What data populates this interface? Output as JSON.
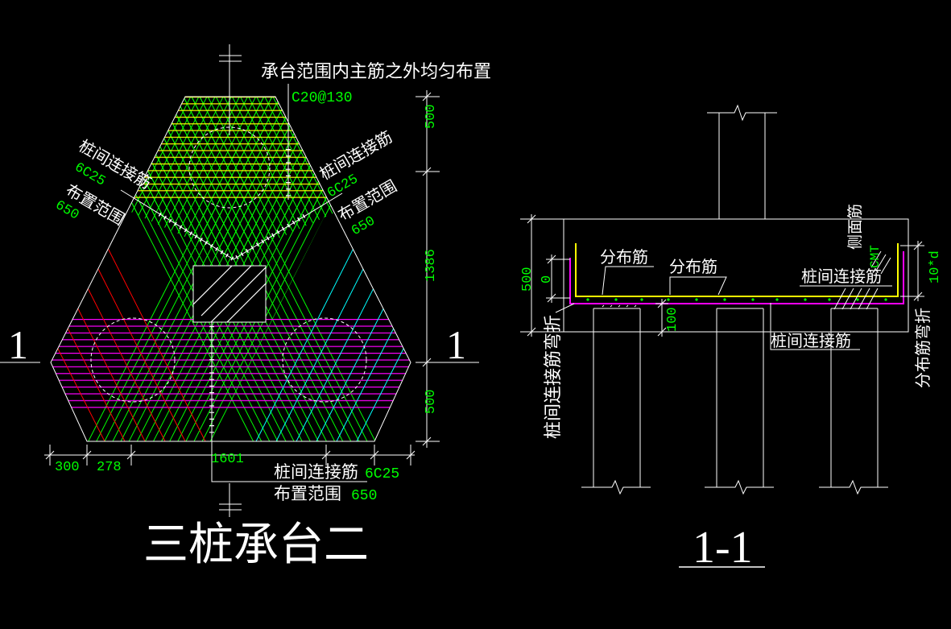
{
  "colors": {
    "background": "#000000",
    "line": "#ffffff",
    "dimension_text": "#00ff00",
    "top_rebar": "#ffff00",
    "middle_rebar": "#ff00ff",
    "left_rebar": "#ff0000",
    "right_rebar": "#00ffff",
    "diagonal_rebar": "#00ff00"
  },
  "plan_view": {
    "top_note": "承台范围内主筋之外均匀布置",
    "top_note_spec": "C20@130",
    "left_group": {
      "label": "桩间连接筋",
      "spec": "6C25",
      "range_label": "布置范围",
      "range_value": "650"
    },
    "right_group": {
      "label": "桩间连接筋",
      "spec": "6C25",
      "range_label": "布置范围",
      "range_value": "650"
    },
    "bottom_group": {
      "label": "桩间连接筋",
      "spec": "6C25",
      "range_label": "布置范围",
      "range_value": "650"
    },
    "vertical_dims": [
      "500",
      "1386",
      "500"
    ],
    "horizontal_dims": [
      "300",
      "278",
      "1601"
    ],
    "section_mark_left": "1",
    "section_mark_right": "1",
    "title": "三桩承台二"
  },
  "section_view": {
    "distribution_bar_1": "分布筋",
    "distribution_bar_2": "分布筋",
    "side_bar": "侧面筋",
    "side_bar_spec": "CMT",
    "connecting_bar_upper": "桩间连接筋",
    "connecting_bar_lower": "桩间连接筋",
    "connecting_bar_bend": "桩间连接筋弯折",
    "distribution_bar_bend": "分布筋弯折",
    "dim_cap_depth": "500",
    "dim_zero": "0",
    "dim_pile_embed": "100",
    "dim_bend_length": "10*d",
    "title": "1-1"
  }
}
